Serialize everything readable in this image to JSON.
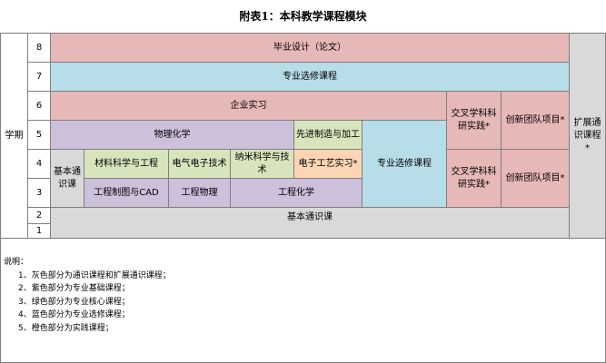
{
  "title": "附表1：本科教学课程模块",
  "table": {
    "semester_header": "学期",
    "semesters": [
      "8",
      "7",
      "6",
      "5",
      "4",
      "3",
      "2",
      "1"
    ],
    "graduation_design": "毕业设计（论文）",
    "professional_electives_row7": "专业选修课程",
    "enterprise_internship": "企业实习",
    "cross_research_upper": "交叉学科科研实践*",
    "innovation_team_upper": "创新团队项目*",
    "extended_general": "扩展通识课程*",
    "physical_chemistry": "物理化学",
    "advanced_manufacturing": "先进制造与加工",
    "professional_electives_main": "专业选修课程",
    "basic_general_short": "基本通识课",
    "materials_science": "材料科学与工程",
    "electrical_electronics": "电气电子技术",
    "nano_science": "纳米科学与技术",
    "electronic_craft": "电子工艺实习*",
    "cross_research_lower": "交叉学科科研实践*",
    "innovation_team_lower": "创新团队项目*",
    "engineering_drawing": "工程制图与CAD",
    "engineering_physics": "工程物理",
    "engineering_chemistry": "工程化学",
    "basic_general_long": "基本通识课"
  },
  "notes": {
    "heading": "说明：",
    "items": [
      "1、灰色部分为通识课程和扩展通识课程；",
      "2、紫色部分为专业基础课程；",
      "3、绿色部分为专业核心课程；",
      "4、蓝色部分为专业选修课程；",
      "5、橙色部分为实践课程；"
    ]
  },
  "colors": {
    "gray": "#d9d9d9",
    "pink": "#e6b8b7",
    "blue": "#b7dee8",
    "purple": "#ccc0da",
    "green": "#d8e4bc",
    "orange": "#fcd5b4"
  }
}
